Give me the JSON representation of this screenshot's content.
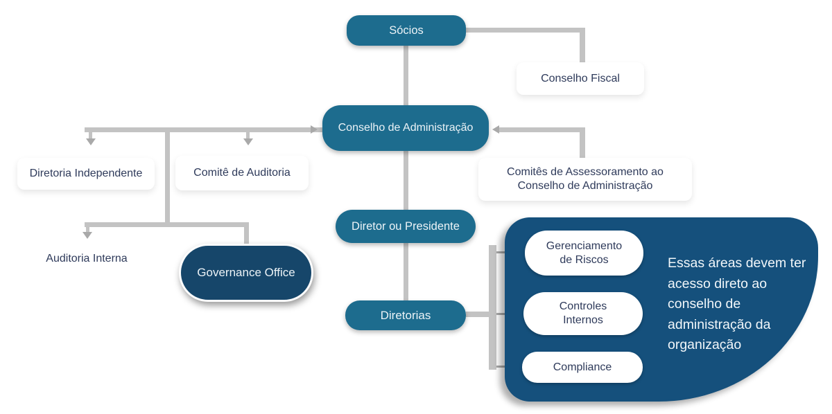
{
  "colors": {
    "teal": "#1d6c8e",
    "blob": "#15507c",
    "governance": "#16466a",
    "line": "#c3c3c3",
    "arrow": "#a9a9a9",
    "text_dark": "#2e3a5a",
    "text_light": "#ecf3f7"
  },
  "nodes": {
    "socios": {
      "label": "Sócios"
    },
    "conselho_fiscal": {
      "label": "Conselho Fiscal"
    },
    "conselho_administracao": {
      "label": "Conselho de Administração"
    },
    "diretoria_independente": {
      "label": "Diretoria Independente"
    },
    "comite_auditoria": {
      "label": "Comitê de Auditoria"
    },
    "comites_assessoramento": {
      "label": "Comitês de Assessoramento ao Conselho de Administração"
    },
    "diretor_presidente": {
      "label": "Diretor ou Presidente"
    },
    "auditoria_interna": {
      "label": "Auditoria Interna"
    },
    "governance_office": {
      "label": "Governance Office"
    },
    "diretorias": {
      "label": "Diretorias"
    },
    "gerenciamento_riscos": {
      "label": "Gerenciamento de Riscos"
    },
    "controles_internos": {
      "label": "Controles Internos"
    },
    "compliance": {
      "label": "Compliance"
    }
  },
  "note": {
    "text": "Essas áreas devem ter acesso direto ao conselho de administração da organização"
  }
}
